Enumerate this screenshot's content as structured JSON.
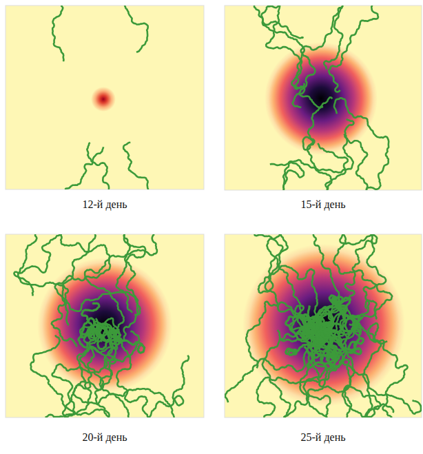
{
  "diagram": {
    "labels": [
      "12-й день",
      "15-й день",
      "20-й день",
      "25-й день"
    ]
  }
}
